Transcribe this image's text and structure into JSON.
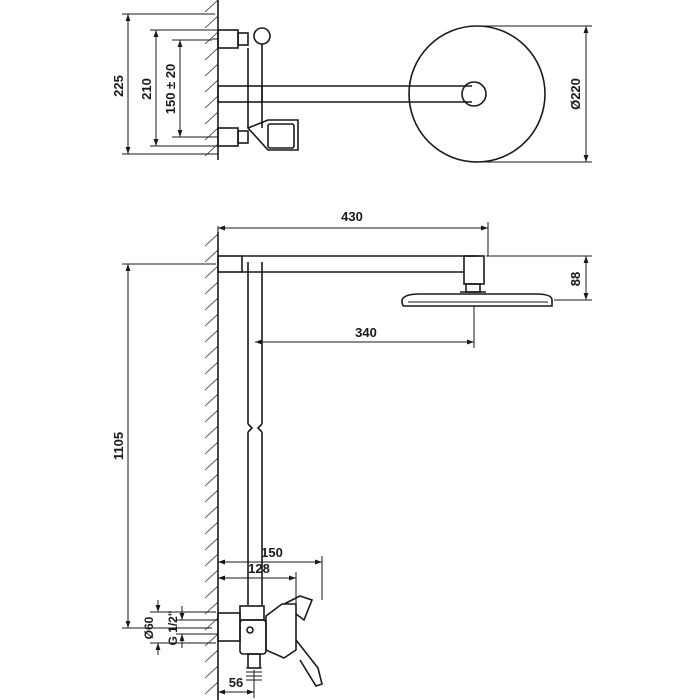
{
  "dimensions": {
    "top_225": "225",
    "top_210": "210",
    "top_150": "150 ± 20",
    "top_diameter": "Ø220",
    "arm_430": "430",
    "drop_88": "88",
    "arm_340": "340",
    "height_1105": "1105",
    "mixer_150": "150",
    "mixer_128": "128",
    "flange_d60": "Ø60",
    "thread_g12": "G 1/2\"",
    "outlet_56": "56"
  },
  "colors": {
    "line": "#1a1a1a",
    "background": "#ffffff"
  }
}
